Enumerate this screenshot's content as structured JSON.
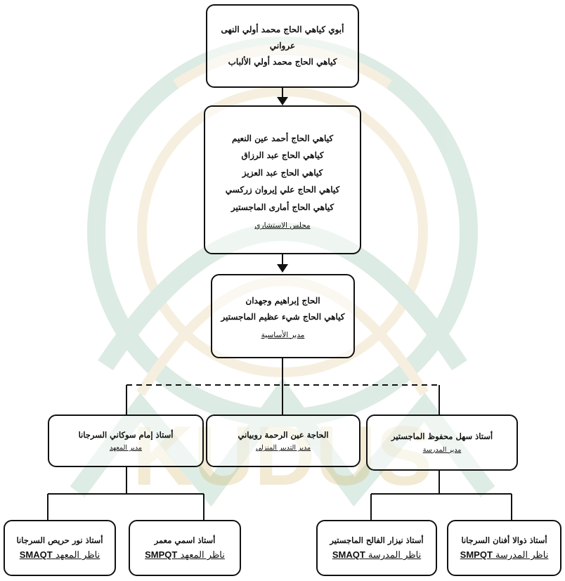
{
  "watermark": {
    "text": "KUDUS",
    "color_green": "#2e8b57",
    "color_gold": "#c9a33c"
  },
  "top_box": {
    "line1": "أبوي كياهي الحاج محمد أولي النهى",
    "line2": "عرواني",
    "line3": "كياهي الحاج محمد أولي الألباب"
  },
  "council_box": {
    "members": [
      "كياهي الحاج أحمد عين النعيم",
      "كياهي الحاج عبد الرزاق",
      "كياهي الحاج عبد العزيز",
      "كياهي الحاج علي إيروان زركسي",
      "كياهي الحاج أمارى الماجستير"
    ],
    "role": "مجلس الاستشاري"
  },
  "foundation_box": {
    "line1": "الحاج إبراهيم وجهدان",
    "line2": "كياهي الحاج شيء عظيم الماجستير",
    "role": "مدير الأساسية"
  },
  "middle": {
    "left": {
      "name": "أستاذ إمام سوكاني السرجانا",
      "role": "مدير المعهد"
    },
    "center": {
      "name": "الحاجة عين الرحمة روبياني",
      "role": "مدير التدبير المنزلي"
    },
    "right": {
      "name": "أستاذ سهل محفوظ الماجستير",
      "role": "مدير المدرسة"
    }
  },
  "bottom": {
    "b1": {
      "name": "أستاذ نور حريص السرجانا",
      "role_ar": "ناظر المعهد",
      "role_code": "SMAQT"
    },
    "b2": {
      "name": "أستاذ اسمي معمر",
      "role_ar": "ناظر المعهد",
      "role_code": "SMPQT"
    },
    "b3": {
      "name": "أستاذ نيزار الفالح الماجستير",
      "role_ar": "ناظر المدرسة",
      "role_code": "SMAQT"
    },
    "b4": {
      "name": "أستاذ ذوالا أفنان السرجانا",
      "role_ar": "ناظر المدرسة",
      "role_code": "SMPQT"
    }
  }
}
